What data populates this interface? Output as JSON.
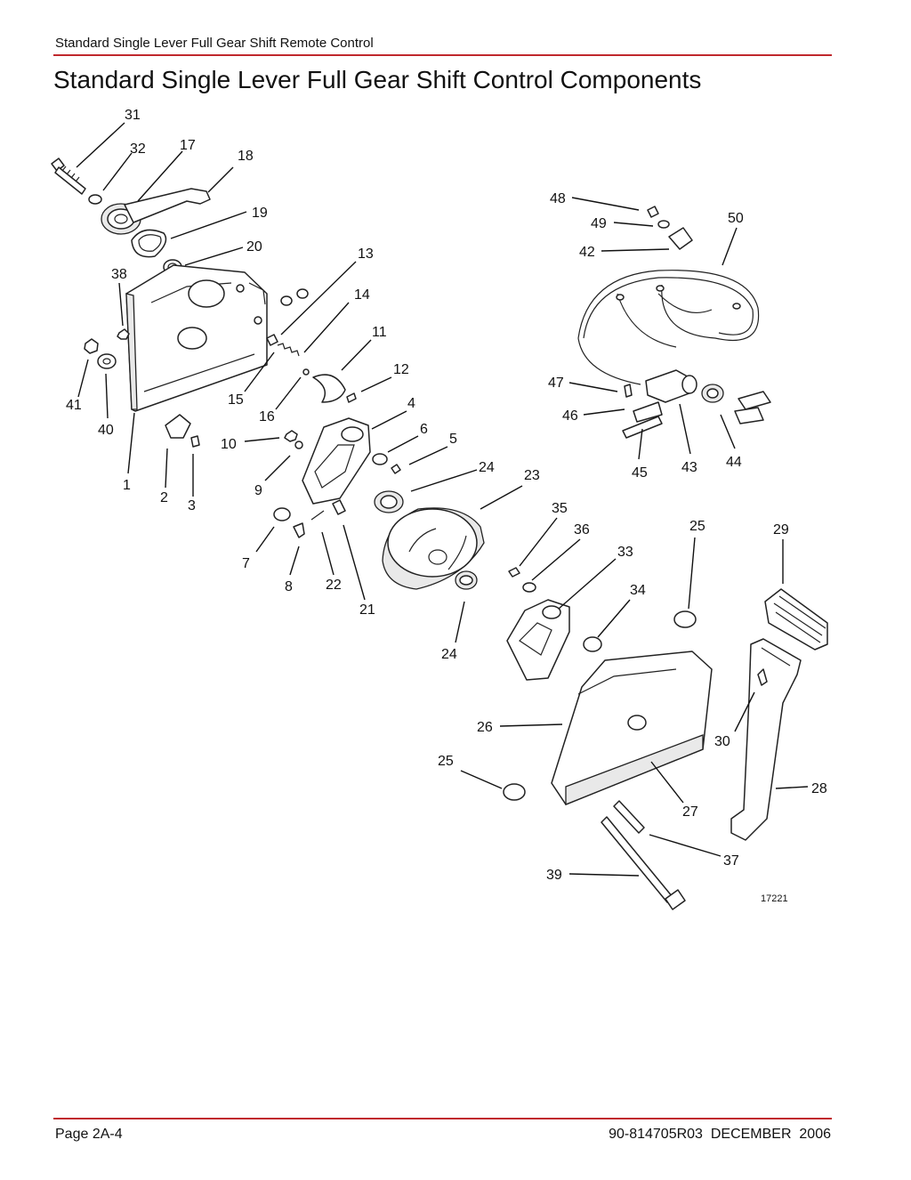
{
  "header": {
    "running_title": "Standard Single Lever Full Gear Shift Remote Control"
  },
  "page_title": "Standard Single Lever Full Gear Shift Control Components",
  "callouts": [
    "31",
    "32",
    "17",
    "18",
    "19",
    "20",
    "38",
    "41",
    "40",
    "1",
    "2",
    "3",
    "13",
    "14",
    "15",
    "16",
    "11",
    "12",
    "10",
    "9",
    "4",
    "6",
    "5",
    "24",
    "23",
    "7",
    "8",
    "22",
    "21",
    "48",
    "49",
    "42",
    "50",
    "47",
    "46",
    "45",
    "43",
    "44",
    "35",
    "36",
    "33",
    "34",
    "25",
    "29",
    "26",
    "30",
    "28",
    "27",
    "37",
    "39"
  ],
  "figure_number": "17221",
  "footer": {
    "page": "Page 2A-4",
    "document": "90-814705R03  DECEMBER  2006"
  },
  "colors": {
    "rule": "#c0282d",
    "linework": "#222222"
  }
}
